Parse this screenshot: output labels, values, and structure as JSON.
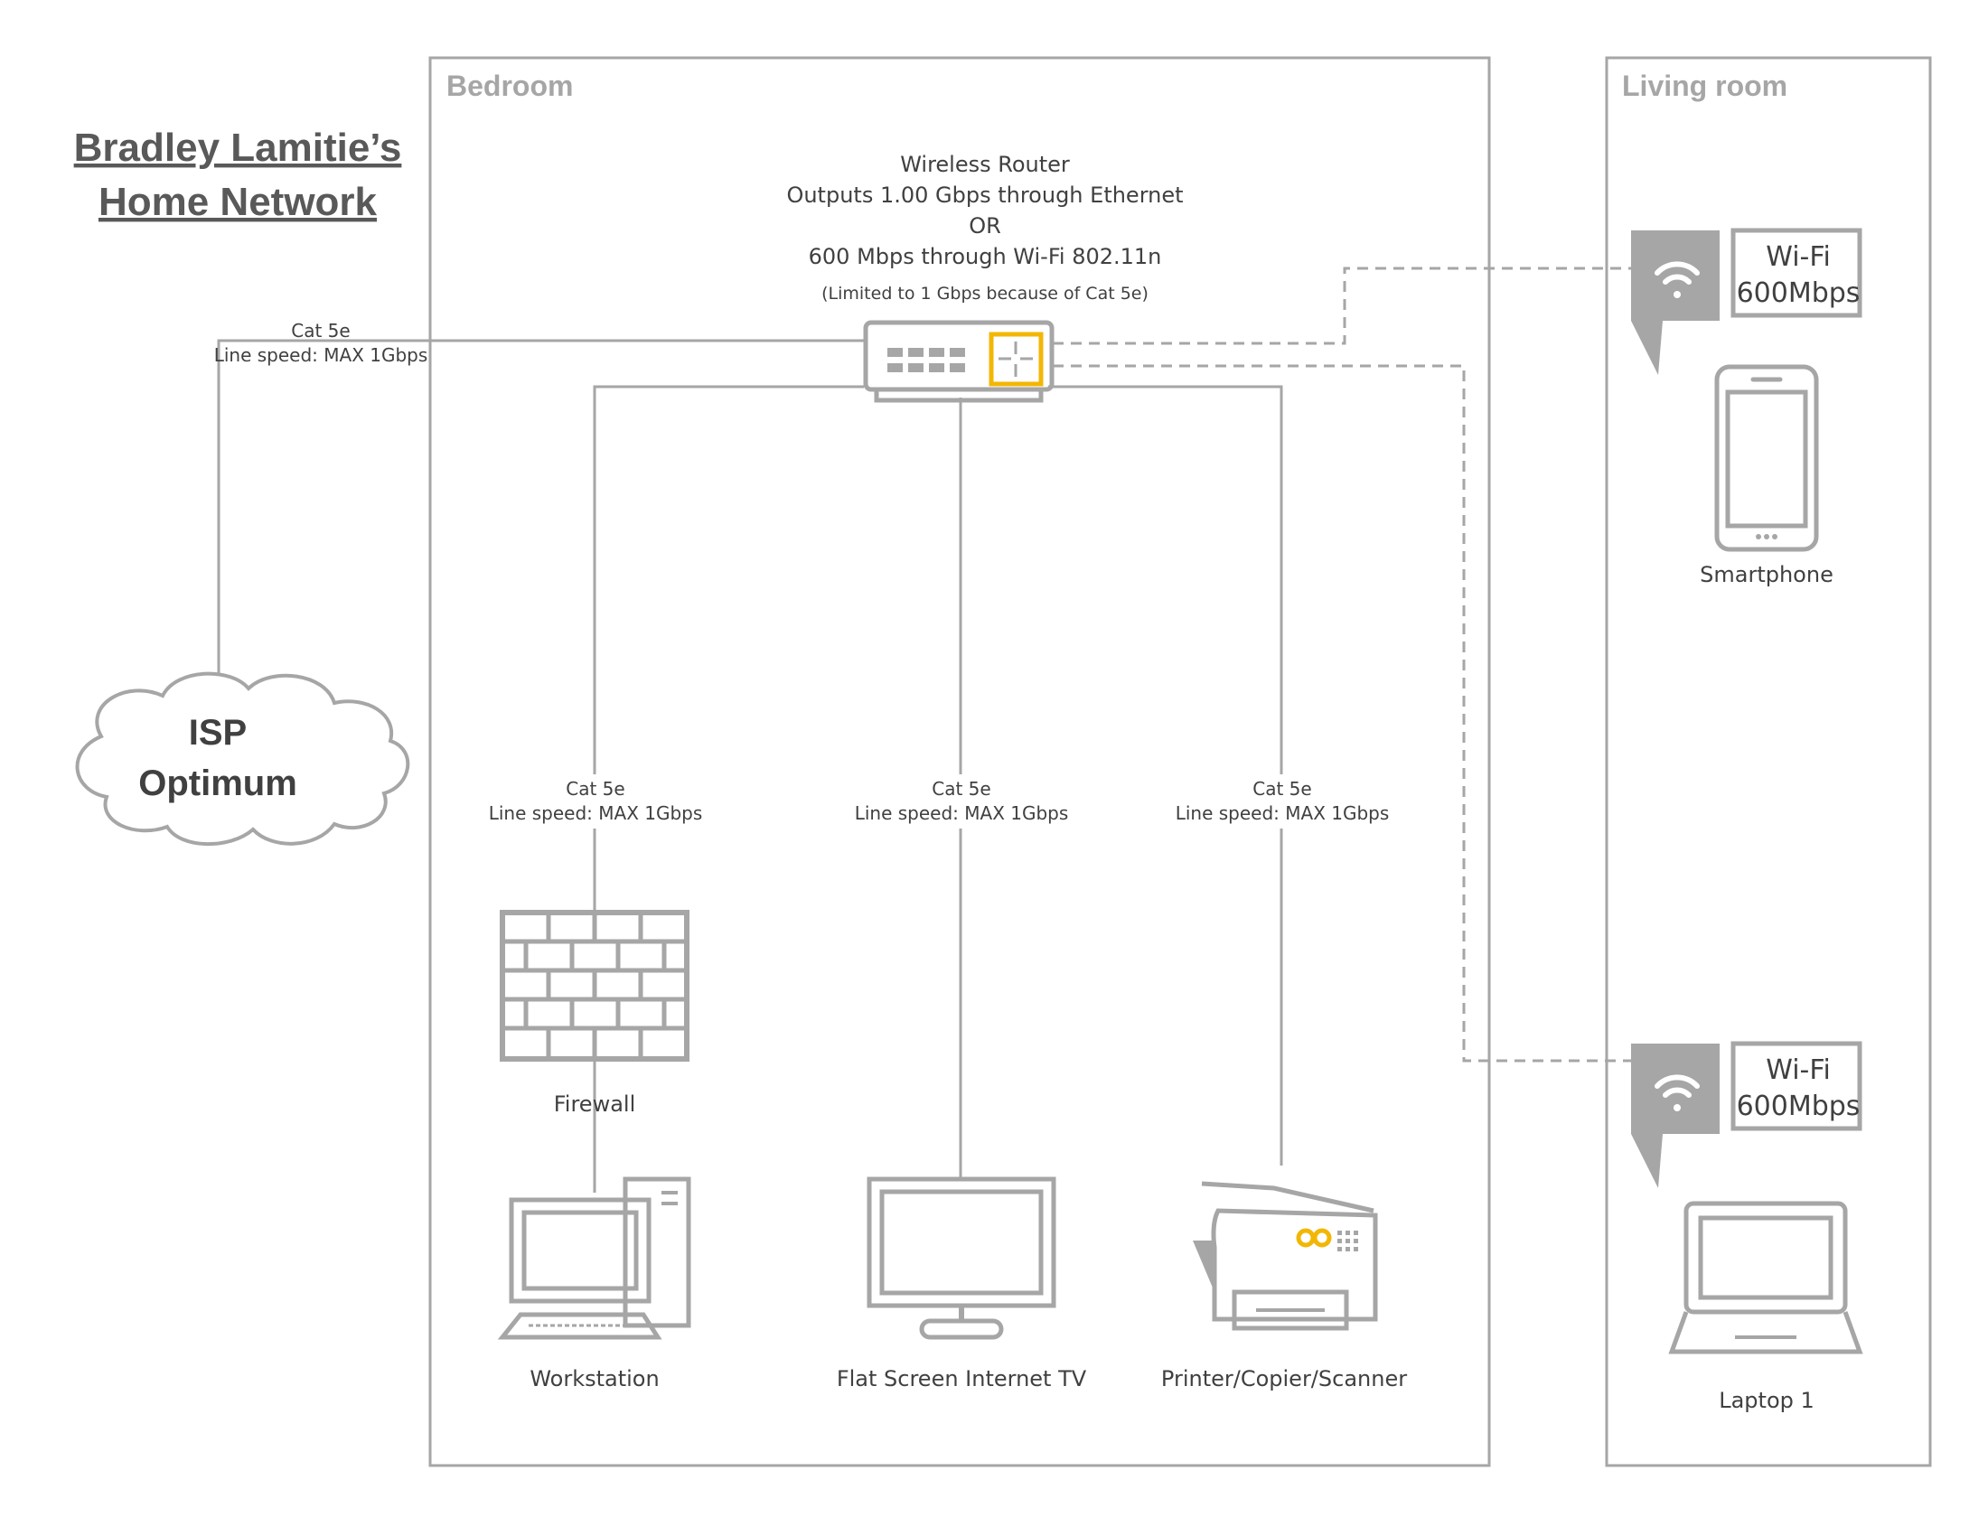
{
  "title": {
    "line1": "Bradley Lamitie’s",
    "line2": "Home Network"
  },
  "rooms": {
    "bedroom": "Bedroom",
    "living_room": "Living room"
  },
  "router": {
    "line1": "Wireless Router",
    "line2": "Outputs 1.00 Gbps through Ethernet",
    "line3": "OR",
    "line4": "600 Mbps through Wi-Fi 802.11n",
    "note": "(Limited to 1 Gbps because of Cat 5e)"
  },
  "isp": {
    "line1": "ISP",
    "line2": "Optimum"
  },
  "links": {
    "isp": {
      "cable": "Cat 5e",
      "speed": "Line speed: MAX 1Gbps"
    },
    "firewall": {
      "cable": "Cat 5e",
      "speed": "Line speed: MAX 1Gbps"
    },
    "tv": {
      "cable": "Cat 5e",
      "speed": "Line speed: MAX 1Gbps"
    },
    "printer": {
      "cable": "Cat 5e",
      "speed": "Line speed: MAX 1Gbps"
    }
  },
  "devices": {
    "firewall": "Firewall",
    "workstation": "Workstation",
    "tv": "Flat Screen Internet TV",
    "printer": "Printer/Copier/Scanner",
    "smartphone": "Smartphone",
    "laptop": "Laptop 1"
  },
  "wifi_labels": {
    "smartphone": {
      "line1": "Wi-Fi",
      "line2": "600Mbps"
    },
    "laptop": {
      "line1": "Wi-Fi",
      "line2": "600Mbps"
    }
  },
  "colors": {
    "line": "#a6a6a6",
    "accent": "#f2b705",
    "text": "#404040"
  }
}
